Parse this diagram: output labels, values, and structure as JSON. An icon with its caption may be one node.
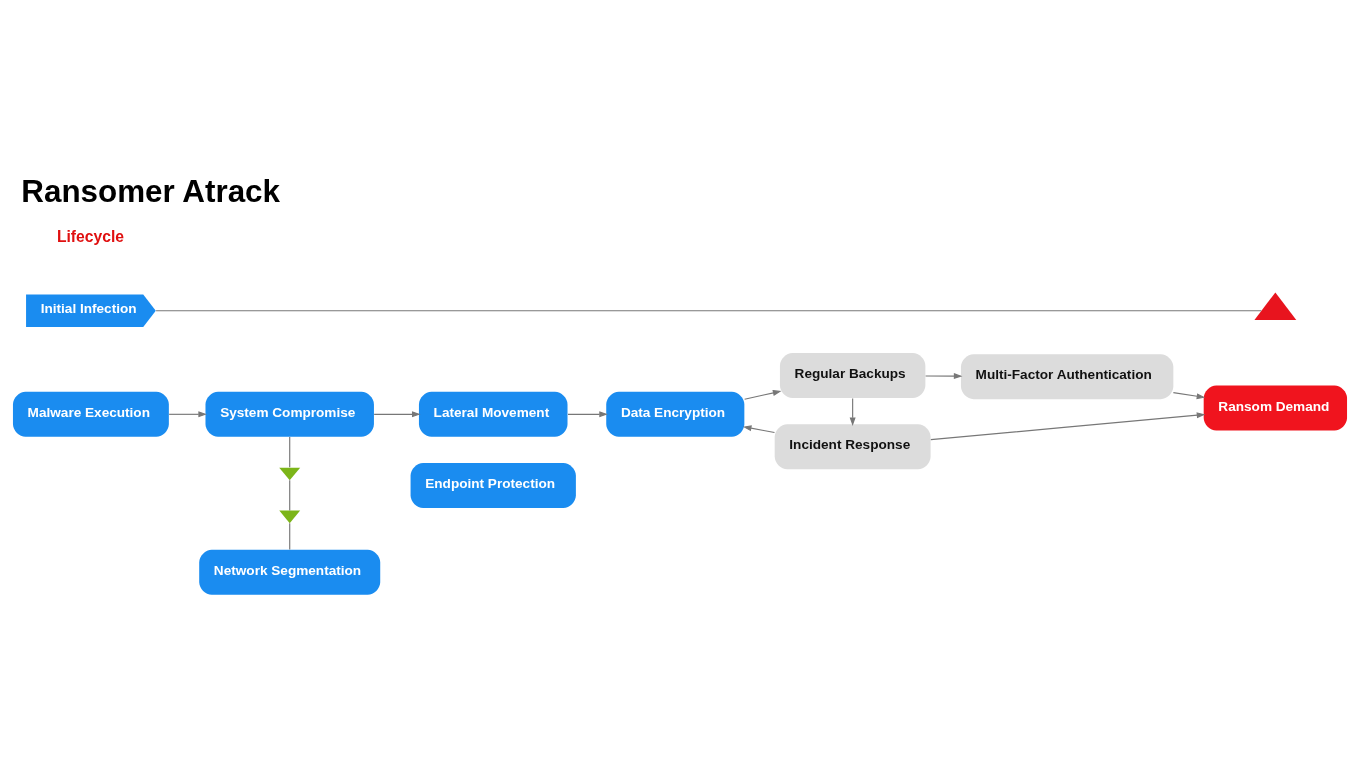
{
  "diagram": {
    "title": "Ransomer Atrack",
    "nodes": [
      {
        "text": [
          "Initial Infection"
        ]
      },
      {
        "text": [
          "Malware Execution"
        ]
      },
      {
        "text": [
          "System Compromise"
        ]
      },
      {
        "text": [
          "Lateral Movement"
        ]
      },
      {
        "text": [
          "Data Encryption"
        ]
      },
      {
        "text": [
          "Regular Backups"
        ]
      },
      {
        "text": [
          "Multi-Factor Authentication"
        ]
      },
      {
        "text": [
          "Ransom Demand"
        ]
      },
      {
        "text": [
          "Incident Response"
        ]
      },
      {
        "text": [
          "Endpoint Protection"
        ]
      },
      {
        "text": [
          "Network Segmentation"
        ]
      },
      {
        "text": [],
        "shape": "triangle"
      },
      {
        "text": [],
        "shape": "check"
      },
      {
        "text": [],
        "shape": "check"
      }
    ],
    "edges": [
      {
        "from": 0,
        "to": 11,
        "arrow": "none"
      },
      {
        "from": 1,
        "to": 2,
        "arrow": "to"
      },
      {
        "from": 2,
        "to": 3,
        "arrow": "to"
      },
      {
        "from": 3,
        "to": 4,
        "arrow": "to"
      },
      {
        "from": 4,
        "to": 5,
        "arrow": "to"
      },
      {
        "from": 5,
        "to": 6,
        "arrow": "to"
      },
      {
        "from": 6,
        "to": 7,
        "arrow": "to"
      },
      {
        "from": 5,
        "to": 8,
        "arrow": "to"
      },
      {
        "from": 8,
        "to": 4,
        "arrow": "to"
      },
      {
        "from": 8,
        "to": 7,
        "arrow": "to"
      },
      {
        "from": 2,
        "to": 12,
        "arrow": "none"
      },
      {
        "from": 12,
        "to": 13,
        "arrow": "none"
      },
      {
        "from": 13,
        "to": 10,
        "arrow": "none"
      }
    ],
    "labels": [
      "Lifecycle"
    ]
  }
}
